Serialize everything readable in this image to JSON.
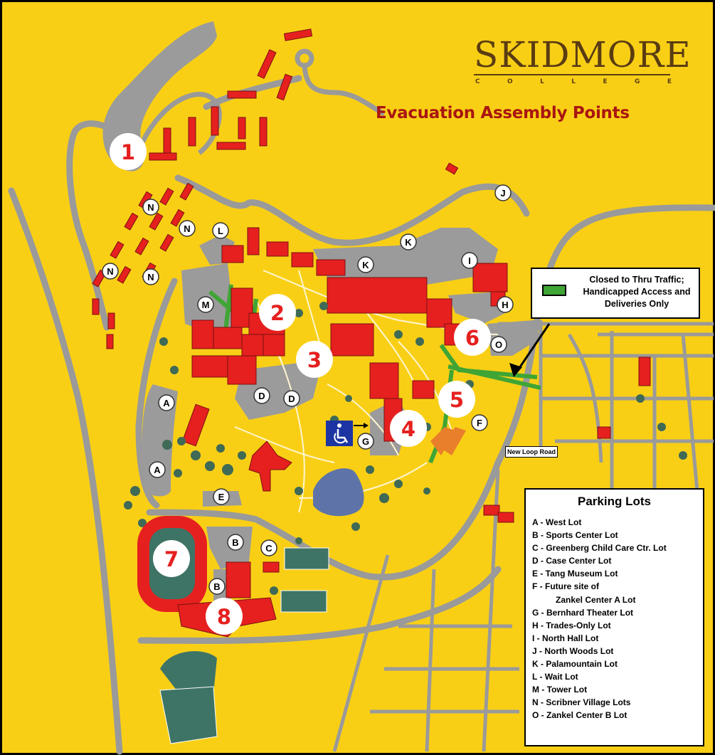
{
  "logo": {
    "wordmark": "SKIDMORE",
    "subline": [
      "C",
      "O",
      "L",
      "L",
      "E",
      "G",
      "E"
    ]
  },
  "title": "Evacuation Assembly Points",
  "legend": {
    "text": "Closed to Thru Traffic; Handicapped Access and Deliveries Only",
    "swatch_color": "#3fa535"
  },
  "road_label": "New Loop Road",
  "assembly_points": [
    "1",
    "2",
    "3",
    "4",
    "5",
    "6",
    "7",
    "8"
  ],
  "lot_markers": [
    "A",
    "A",
    "B",
    "B",
    "C",
    "D",
    "D",
    "E",
    "F",
    "G",
    "H",
    "I",
    "J",
    "K",
    "K",
    "L",
    "M",
    "N",
    "N",
    "N",
    "N",
    "O"
  ],
  "parking": {
    "title": "Parking Lots",
    "items": [
      "A - West Lot",
      "B - Sports Center Lot",
      "C - Greenberg Child Care Ctr. Lot",
      "D - Case Center Lot",
      "E - Tang Museum Lot",
      "F - Future site of",
      "Zankel Center A Lot",
      "G - Bernhard Theater Lot",
      "H - Trades-Only Lot",
      "I - North Hall Lot",
      "J - North Woods Lot",
      "K - Palamountain Lot",
      "L - Wait Lot",
      "M - Tower Lot",
      "N - Scribner Village Lots",
      "O - Zankel Center B Lot"
    ]
  },
  "colors": {
    "ground": "#f9cf16",
    "building": "#e5201f",
    "parking": "#9b9b9b",
    "roads": "#b8b8b8",
    "trees": "#3f6a55",
    "pond": "#5e74a8",
    "closed_road": "#3fa535",
    "future_building": "#e97e2b",
    "handicap_sign": "#1c35a3"
  },
  "icons": {
    "accessibility": "wheelchair-icon"
  }
}
